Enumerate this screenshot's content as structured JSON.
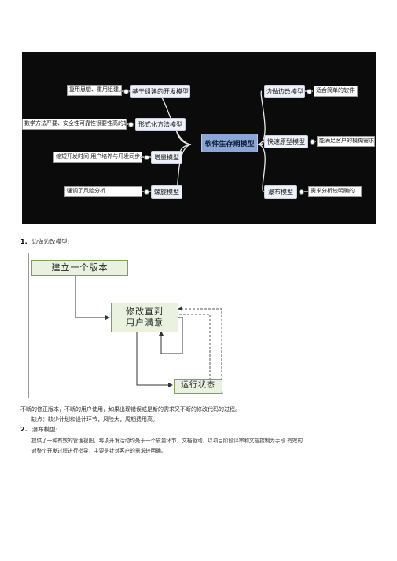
{
  "mindmap": {
    "center": "软件生存期模型",
    "left_nodes": [
      {
        "label": "基于组建的开发模型",
        "note": "复用思想、重用组建。"
      },
      {
        "label": "形式化方法模型",
        "note": "数学方法严要、安全性可靠性很要性高的软件"
      },
      {
        "label": "增量模型",
        "note": "缩短开发时间 用户培养与开发同步。"
      },
      {
        "label": "螺旋模型",
        "note": "强调了风险分析"
      }
    ],
    "right_nodes": [
      {
        "label": "边做边改模型",
        "note": "适合简单的软件"
      },
      {
        "label": "快速原型模型",
        "note": "能满足客户的模糊需求"
      },
      {
        "label": "瀑布模型",
        "note": "需求分析较明确的"
      }
    ]
  },
  "section1": {
    "number": "1.",
    "title": "边做边改模型:"
  },
  "flowchart": {
    "box1": "建立一个版本",
    "box2_line1": "修改直到",
    "box2_line2": "用户满意",
    "box3": "运行状态",
    "corner_mark": "a"
  },
  "paragraph1": {
    "line1": "不断的修正版本，不断的用户使用，如果出现错误或是新的需求又不断的修改代码的过程。",
    "line2": "缺点：缺少计划和设计环节，风险大，周期费用高。"
  },
  "section2": {
    "number": "2.",
    "title": "瀑布模型:"
  },
  "paragraph2": {
    "line1": "提供了一种有效的管理视图，每项开发活动均处于一个质量环节，文档驱动，以项目阶段评审和文档控制为手段 有效的",
    "line2": "对整个开发过程进行指导，主要是针对客户的需求较明确。"
  }
}
